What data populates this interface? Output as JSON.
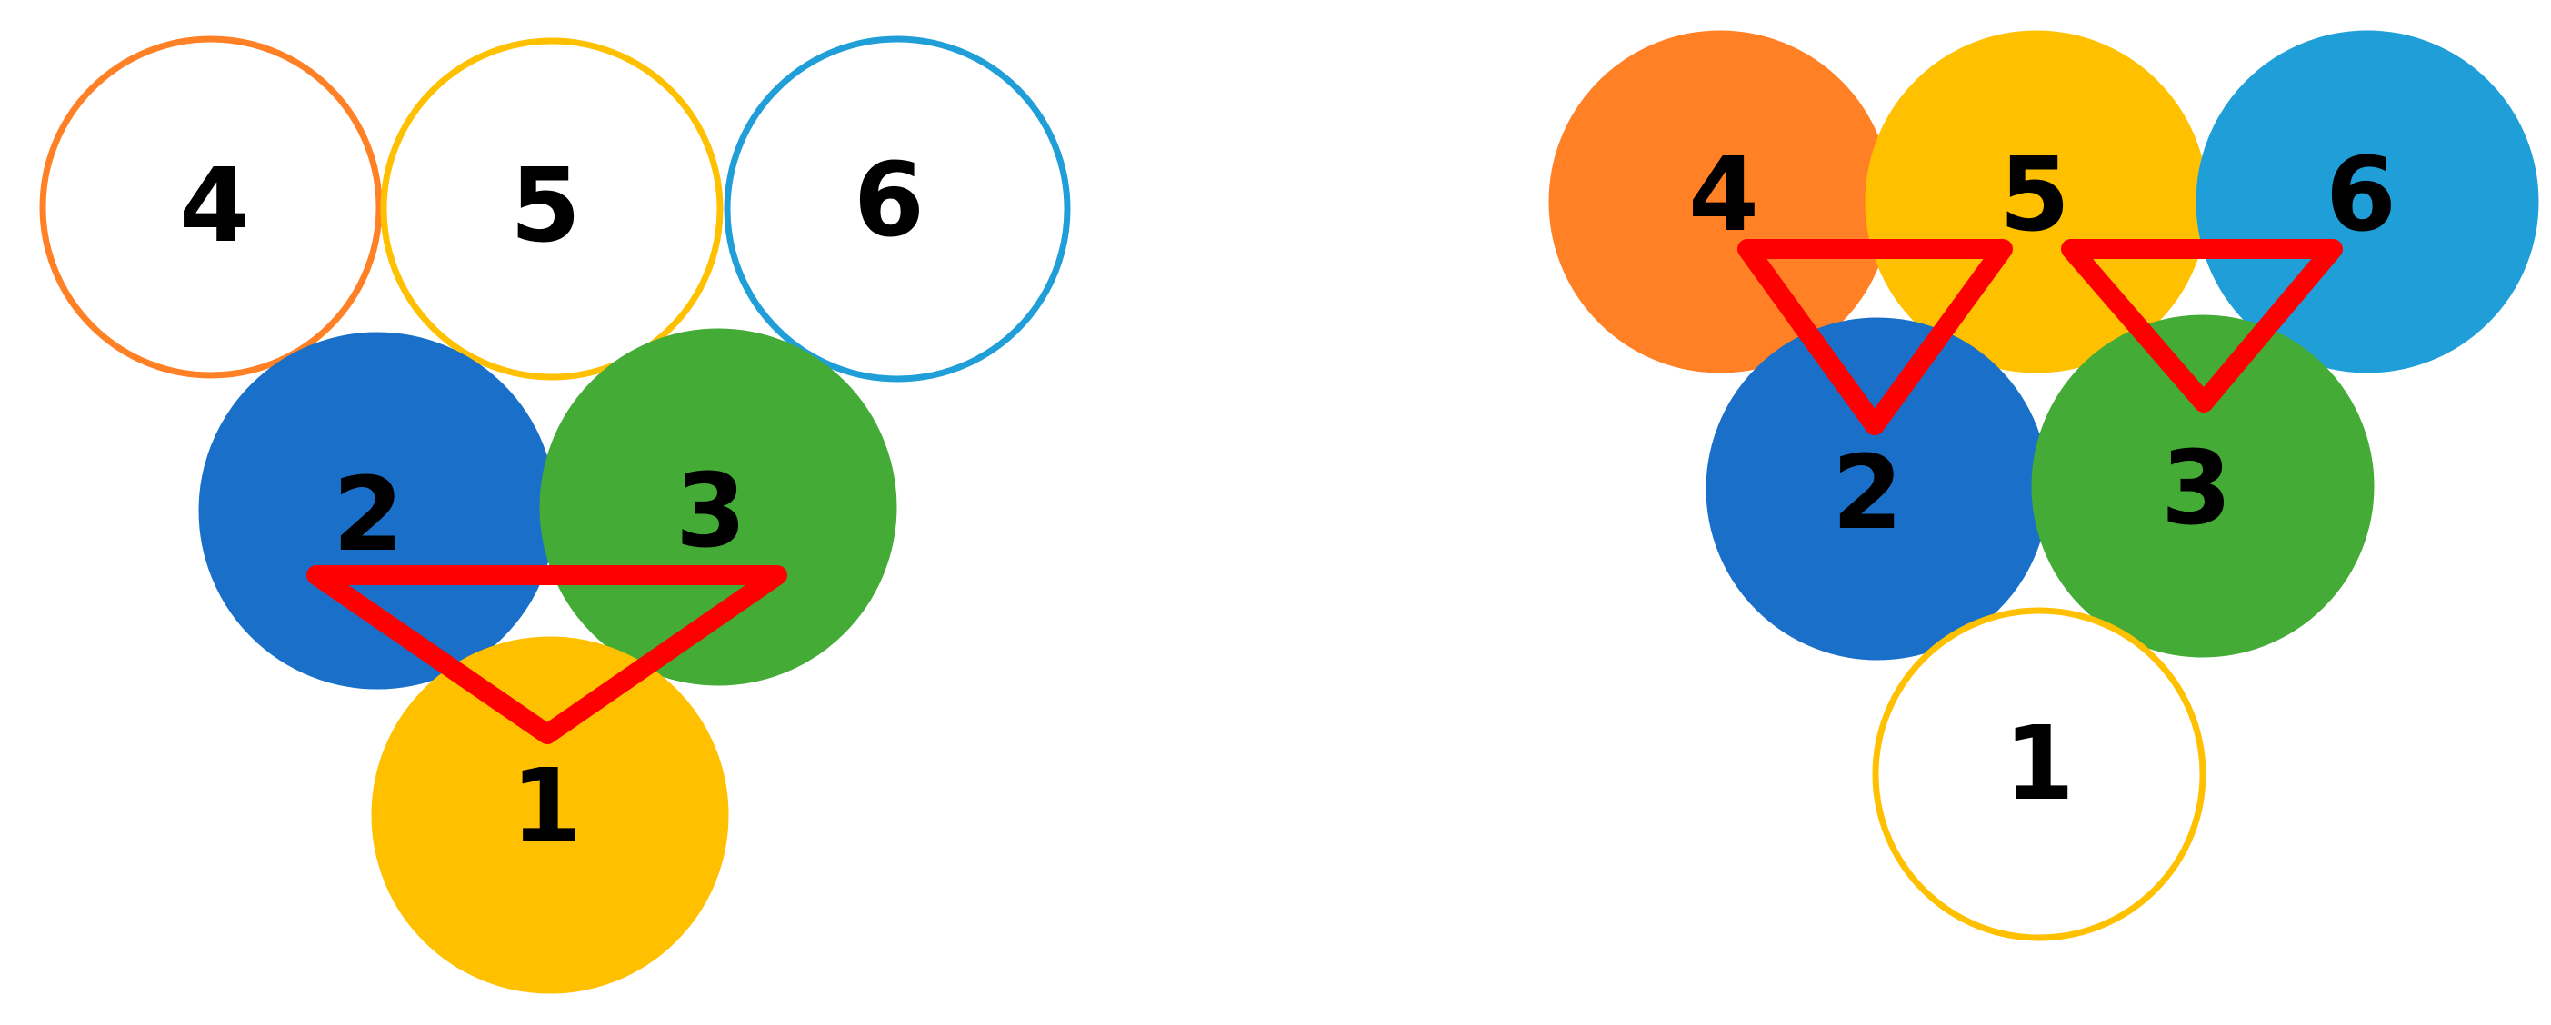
{
  "colors": {
    "orange": "#FF8025",
    "yellow": "#FFC000",
    "light_blue": "#1F9ED8",
    "blue": "#1A70C8",
    "green": "#43AB36",
    "triangle": "#FF0000",
    "label": "#000000"
  },
  "panels": [
    {
      "circles": [
        {
          "label": "4",
          "color": "orange",
          "filled": false
        },
        {
          "label": "5",
          "color": "yellow",
          "filled": false
        },
        {
          "label": "6",
          "color": "light_blue",
          "filled": false
        },
        {
          "label": "2",
          "color": "blue",
          "filled": true
        },
        {
          "label": "3",
          "color": "green",
          "filled": true
        },
        {
          "label": "1",
          "color": "yellow",
          "filled": true
        }
      ],
      "triangles": [
        {
          "connects": [
            "2",
            "3",
            "1"
          ]
        }
      ]
    },
    {
      "circles": [
        {
          "label": "4",
          "color": "orange",
          "filled": true
        },
        {
          "label": "5",
          "color": "yellow",
          "filled": true
        },
        {
          "label": "6",
          "color": "light_blue",
          "filled": true
        },
        {
          "label": "2",
          "color": "blue",
          "filled": true
        },
        {
          "label": "3",
          "color": "green",
          "filled": true
        },
        {
          "label": "1",
          "color": "yellow",
          "filled": false
        }
      ],
      "triangles": [
        {
          "connects": [
            "4",
            "5",
            "2"
          ]
        },
        {
          "connects": [
            "5",
            "6",
            "3"
          ]
        }
      ]
    }
  ]
}
